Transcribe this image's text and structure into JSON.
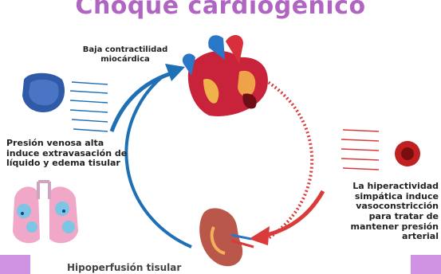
{
  "diagram": {
    "title": "Choque cardiogénico",
    "tagline": "",
    "nodes": {
      "top": "Baja contractilidad miocárdica",
      "left": "Presión venosa alta induce extravasación de líquido y edema tisular",
      "right": "La hiperactividad simpática induce vasoconstricción para tratar de mantener presión arterial",
      "bottom": "Hipoperfusión tisular"
    },
    "colors": {
      "title": "#a24bb7",
      "arrow_blue": "#1f6fb5",
      "arrow_red": "#d93b3b",
      "circle_blue": "#2f5aa8",
      "circle_red": "#c02020",
      "lung": "#f0a7c8",
      "lung_spot": "#7ac6e4",
      "frame_accent": "#b04ad0"
    },
    "icons": [
      "heart-icon",
      "kidney-icon",
      "lungs-icon",
      "blue-vessel-icon",
      "red-vessel-icon"
    ]
  }
}
